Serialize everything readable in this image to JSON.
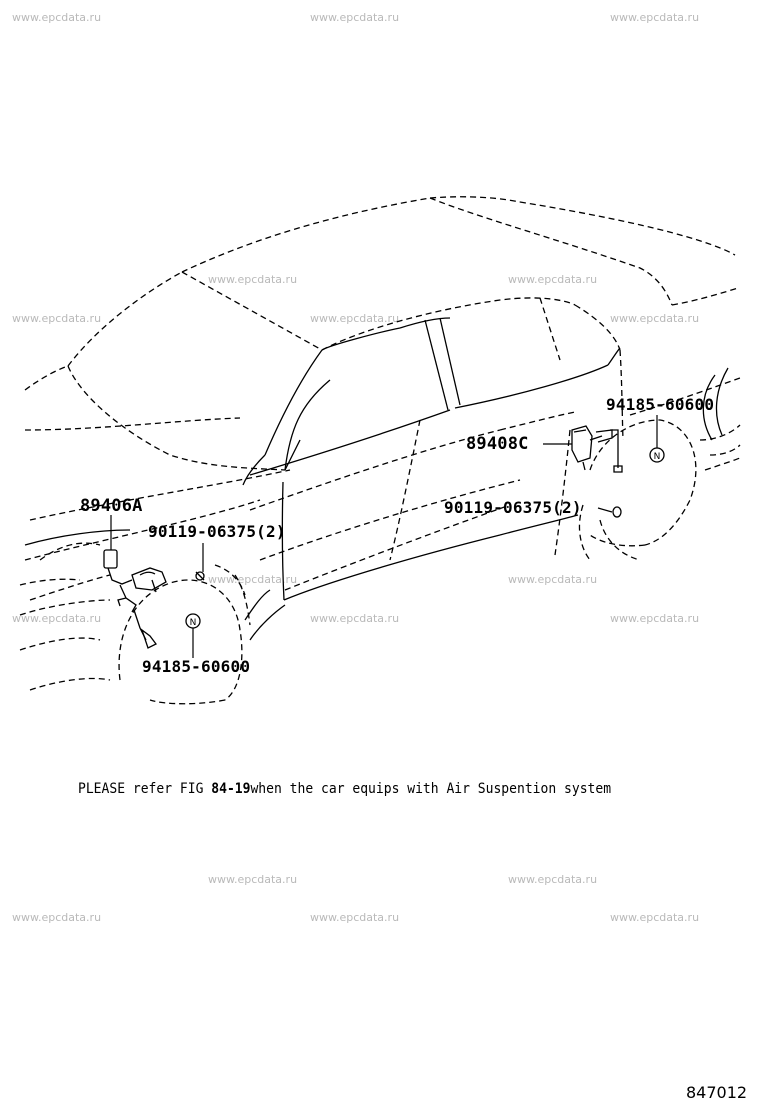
{
  "watermark": "www.epcdata.ru",
  "parts": {
    "sensor_front": "89406A",
    "sensor_rear": "89408C",
    "bolt_front": "90119-06375(2)",
    "bolt_rear": "90119-06375(2)",
    "nut_front": "94185-60600",
    "nut_rear": "94185-60600",
    "nut_symbol": "N"
  },
  "note": {
    "prefix": "PLEASE refer FIG",
    "fig_ref": "84-19",
    "suffix": "when the car equips with Air Suspention system"
  },
  "figure_id": "847012"
}
